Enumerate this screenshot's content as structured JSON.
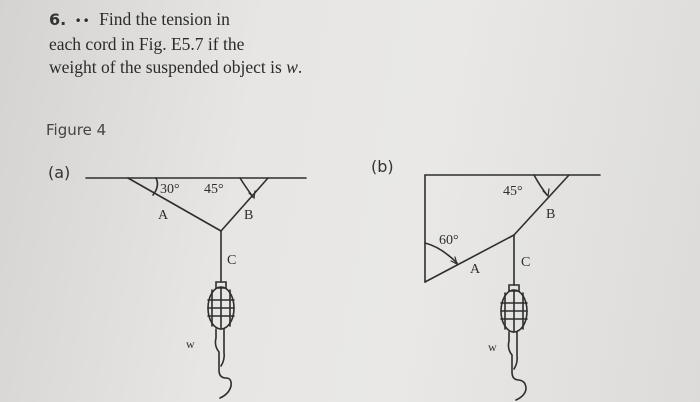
{
  "problem": {
    "number": "6.",
    "dots": "••",
    "line1": "Find the tension in",
    "line2": "each cord in Fig. E5.7 if the",
    "line3_prefix": "weight of the suspended object is ",
    "line3_var": "w",
    "line3_suffix": "."
  },
  "figure": {
    "label": "Figure 4",
    "a": {
      "label": "(a)",
      "angle_left": "30°",
      "angle_right": "45°",
      "cord_left": "A",
      "cord_right": "B",
      "cord_vertical": "C",
      "weight": "w"
    },
    "b": {
      "label": "(b)",
      "angle_upper": "45°",
      "angle_lower": "60°",
      "cord_upper": "B",
      "cord_lower": "A",
      "cord_vertical": "C",
      "weight": "w"
    }
  },
  "colors": {
    "ink": "#2e2e2e",
    "paper": "#e6e5e3"
  }
}
